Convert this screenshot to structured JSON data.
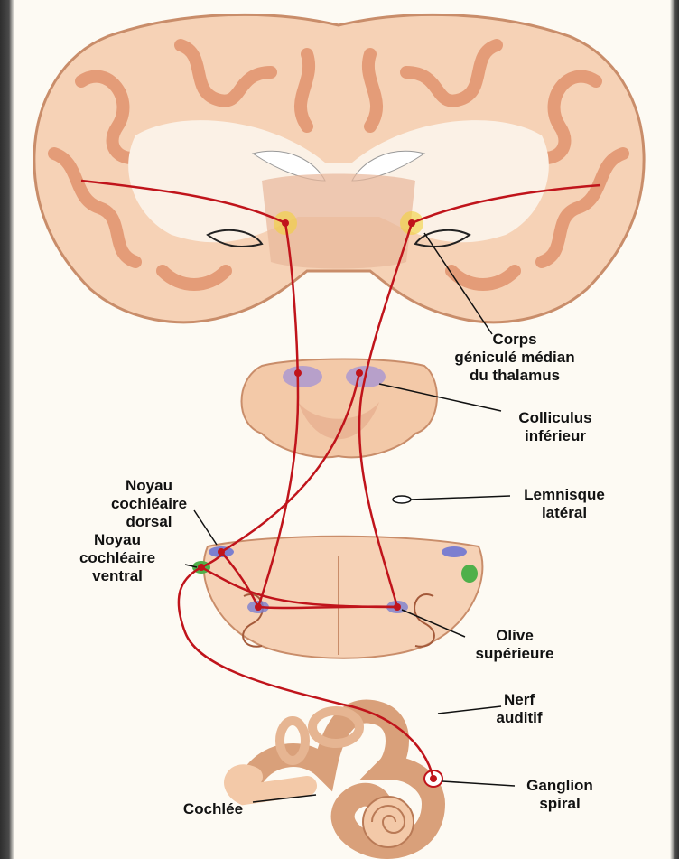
{
  "labels": {
    "corps_genicule": "Corps\ngéniculé médian\ndu thalamus",
    "colliculus": "Colliculus\ninférieur",
    "noyau_dorsal": "Noyau\ncochléaire\ndorsal",
    "lemnisque": "Lemnisque\nlatéral",
    "noyau_ventral": "Noyau\ncochléaire\nventral",
    "olive": "Olive\nsupérieure",
    "nerf": "Nerf\nauditif",
    "ganglion": "Ganglion\nspiral",
    "cochlee": "Cochlée"
  },
  "colors": {
    "tissue": "#f6d2b6",
    "gyrus_dark": "#e9a27f",
    "white_matter": "#fbf1e6",
    "pathway": "#c0141b",
    "nucleus_blue": "#7c7fd0",
    "nucleus_green": "#4fb04a",
    "nucleus_yellow": "#f2d23a"
  }
}
